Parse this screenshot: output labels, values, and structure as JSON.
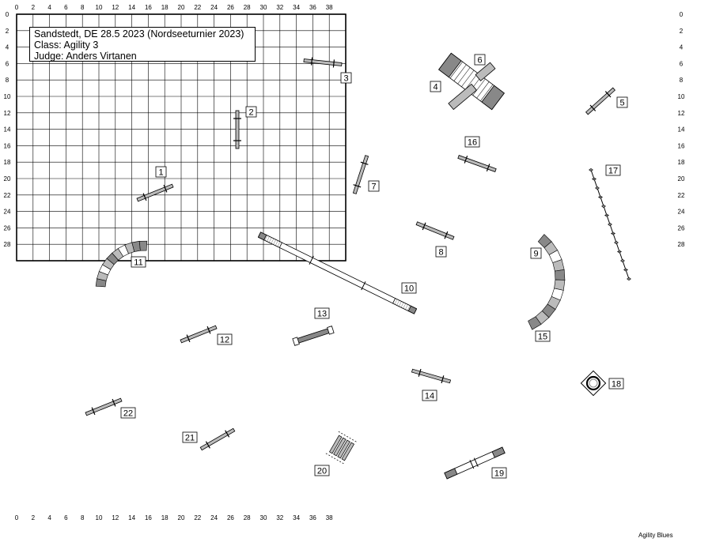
{
  "header": {
    "location_line": "Sandstedt, DE 28.5 2023 (Nordseeturnier 2023)",
    "class_line": "Class: Agility 3",
    "judge_line": "Judge: Anders Virtanen"
  },
  "footer": {
    "credit": "Agility Blues"
  },
  "grid": {
    "x_ticks": [
      "0",
      "2",
      "4",
      "6",
      "8",
      "10",
      "12",
      "14",
      "16",
      "18",
      "20",
      "22",
      "24",
      "26",
      "28",
      "30",
      "32",
      "34",
      "36",
      "38"
    ],
    "y_ticks": [
      "0",
      "2",
      "4",
      "6",
      "8",
      "10",
      "12",
      "14",
      "16",
      "18",
      "20",
      "22",
      "24",
      "26",
      "28"
    ]
  },
  "colors": {
    "line": "#000000",
    "bar": "#888888",
    "tunnel_dark": "#888888",
    "tunnel_mid": "#bbbbbb",
    "tunnel_light": "#ffffff"
  },
  "obstacles": [
    {
      "number": "1",
      "type": "jump"
    },
    {
      "number": "2",
      "type": "jump"
    },
    {
      "number": "3",
      "type": "jump"
    },
    {
      "number": "4",
      "type": "a-frame"
    },
    {
      "number": "5",
      "type": "jump"
    },
    {
      "number": "6",
      "type": "a-frame"
    },
    {
      "number": "7",
      "type": "jump"
    },
    {
      "number": "8",
      "type": "jump"
    },
    {
      "number": "9",
      "type": "tunnel"
    },
    {
      "number": "10",
      "type": "dog-walk"
    },
    {
      "number": "11",
      "type": "tunnel"
    },
    {
      "number": "12",
      "type": "jump"
    },
    {
      "number": "13",
      "type": "long-jump"
    },
    {
      "number": "14",
      "type": "jump"
    },
    {
      "number": "15",
      "type": "tunnel"
    },
    {
      "number": "16",
      "type": "jump"
    },
    {
      "number": "17",
      "type": "weave-poles"
    },
    {
      "number": "18",
      "type": "tyre"
    },
    {
      "number": "19",
      "type": "seesaw"
    },
    {
      "number": "20",
      "type": "long-jump"
    },
    {
      "number": "21",
      "type": "jump"
    },
    {
      "number": "22",
      "type": "jump"
    }
  ]
}
